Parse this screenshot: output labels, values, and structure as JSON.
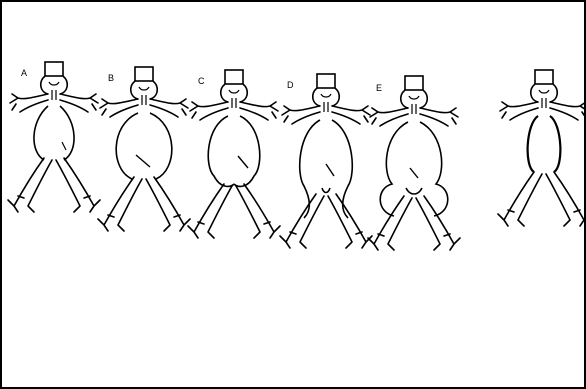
{
  "panels": [
    {
      "label": "A",
      "shape": "fusiform"
    },
    {
      "label": "B",
      "shape": "large-fusiform-to-bifurcation"
    },
    {
      "label": "C",
      "shape": "extends-into-common-iliacs"
    },
    {
      "label": "D",
      "shape": "extends-along-iliacs"
    },
    {
      "label": "E",
      "shape": "bilateral-iliac-aneurysms"
    },
    {
      "label": "",
      "shape": "tubular-dilation"
    }
  ],
  "colors": {
    "ink": "#000000",
    "background": "#ffffff"
  }
}
